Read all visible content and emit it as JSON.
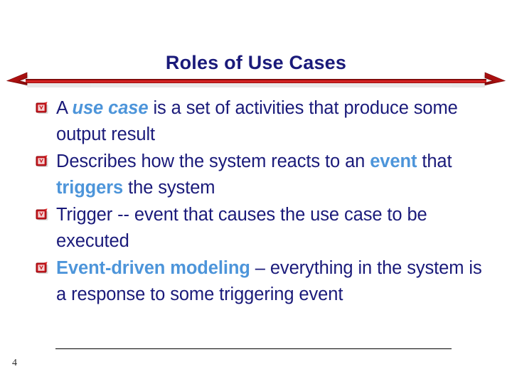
{
  "slide": {
    "title": "Roles of Use Cases",
    "page_number": "4",
    "background_color": "#ffffff",
    "title_color": "#1a1a7a",
    "body_color": "#1a1a7a",
    "highlight_color": "#4d95da",
    "rule_color": "#000000",
    "arrow_color": "#c01010",
    "arrow_dark_color": "#8b0a0a",
    "bullet_icon": "check-square-icon"
  },
  "divider": {
    "name": "double-headed-arrow",
    "direction": "both"
  },
  "bullets": [
    {
      "id": "bullet-1",
      "text": "A use case is a set of activities that produce some output result",
      "runs": [
        {
          "text": "A ",
          "style": "normal"
        },
        {
          "text": "use case",
          "style": "highlight-italic"
        },
        {
          "text": " is a set of activities that produce some output result",
          "style": "normal"
        }
      ]
    },
    {
      "id": "bullet-2",
      "text": "Describes how the system reacts to an event that triggers the system",
      "runs": [
        {
          "text": "Describes how the system reacts to an ",
          "style": "normal"
        },
        {
          "text": "event",
          "style": "highlight"
        },
        {
          "text": " that ",
          "style": "normal"
        },
        {
          "text": "triggers",
          "style": "highlight"
        },
        {
          "text": " the system",
          "style": "normal"
        }
      ]
    },
    {
      "id": "bullet-3",
      "text": "Trigger -- event that causes the use case to be executed",
      "runs": [
        {
          "text": "Trigger -- event that causes the use case to be executed",
          "style": "normal"
        }
      ]
    },
    {
      "id": "bullet-4",
      "text": "Event-driven modeling – everything in the system is a response to some triggering event",
      "runs": [
        {
          "text": "Event-driven modeling",
          "style": "highlight"
        },
        {
          "text": " – everything in the system is a response to some triggering event",
          "style": "normal"
        }
      ]
    }
  ]
}
